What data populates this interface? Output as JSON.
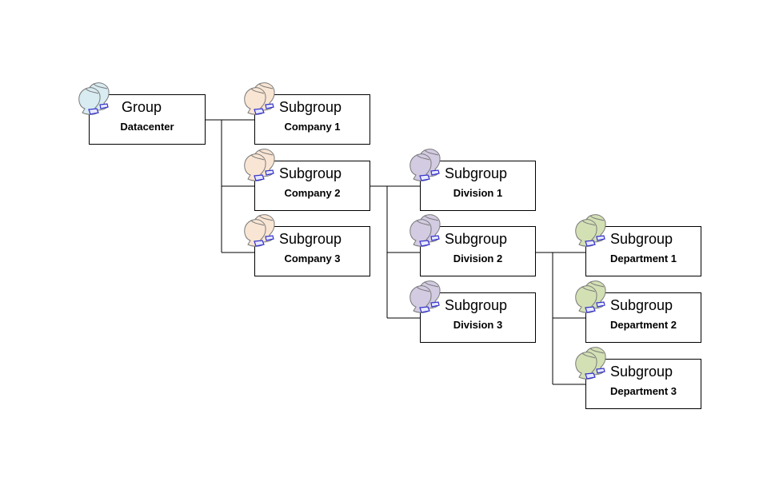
{
  "nodes": [
    {
      "id": "datacenter",
      "title": "Group",
      "name": "Datacenter",
      "color": "#d8ecf2"
    },
    {
      "id": "company-1",
      "title": "Subgroup",
      "name": "Company 1",
      "color": "#f9e5d3"
    },
    {
      "id": "company-2",
      "title": "Subgroup",
      "name": "Company 2",
      "color": "#f9e5d3"
    },
    {
      "id": "company-3",
      "title": "Subgroup",
      "name": "Company 3",
      "color": "#f9e5d3"
    },
    {
      "id": "division-1",
      "title": "Subgroup",
      "name": "Division 1",
      "color": "#d3cbe2"
    },
    {
      "id": "division-2",
      "title": "Subgroup",
      "name": "Division 2",
      "color": "#d3cbe2"
    },
    {
      "id": "division-3",
      "title": "Subgroup",
      "name": "Division 3",
      "color": "#d3cbe2"
    },
    {
      "id": "department-1",
      "title": "Subgroup",
      "name": "Department 1",
      "color": "#d3e0b4"
    },
    {
      "id": "department-2",
      "title": "Subgroup",
      "name": "Department 2",
      "color": "#d3e0b4"
    },
    {
      "id": "department-3",
      "title": "Subgroup",
      "name": "Department 3",
      "color": "#d3e0b4"
    }
  ],
  "icon_name": "user-group-icon",
  "line_color": "#000000",
  "box_border_color": "#000000",
  "accent_color": "#3333cc"
}
